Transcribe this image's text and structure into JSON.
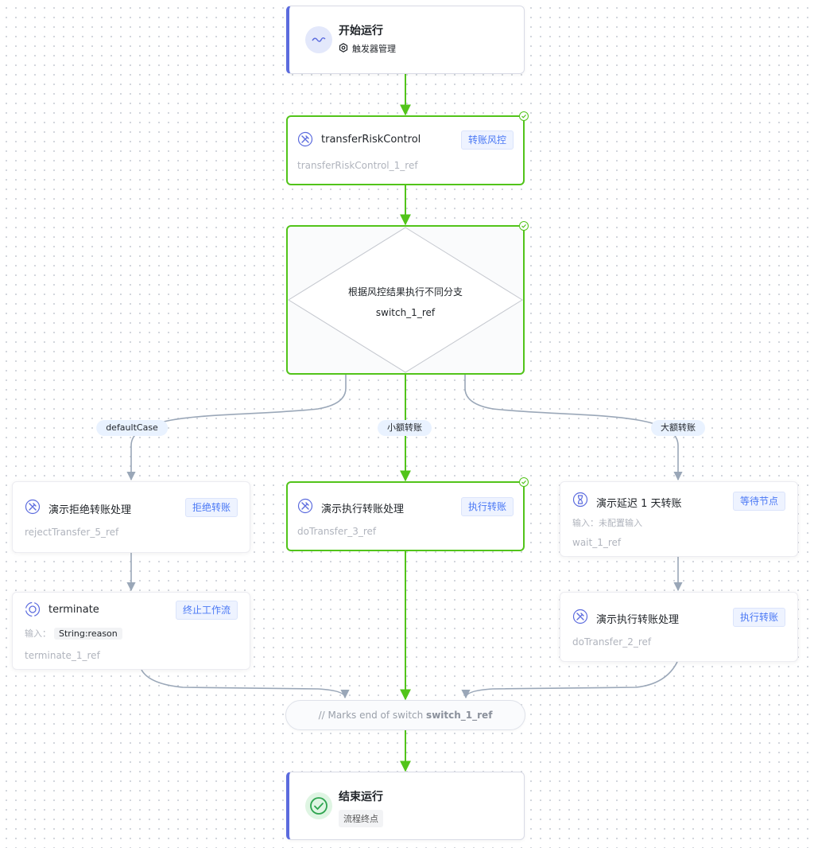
{
  "start": {
    "title": "开始运行",
    "trigger_label": "触发器管理",
    "icon": "wave-icon",
    "accent": "#5b6bde"
  },
  "risk_node": {
    "title": "transferRiskControl",
    "tag": "转账风控",
    "ref": "transferRiskControl_1_ref",
    "icon": "tools-icon",
    "status": "completed"
  },
  "switch_node": {
    "title": "根据风控结果执行不同分支",
    "ref": "switch_1_ref",
    "status": "completed"
  },
  "branches": {
    "default": "defaultCase",
    "small": "小额转账",
    "large": "大额转账"
  },
  "reject_node": {
    "title": "演示拒绝转账处理",
    "tag": "拒绝转账",
    "ref": "rejectTransfer_5_ref",
    "icon": "tools-icon"
  },
  "dotransfer3_node": {
    "title": "演示执行转账处理",
    "tag": "执行转账",
    "ref": "doTransfer_3_ref",
    "icon": "tools-icon",
    "status": "completed"
  },
  "wait_node": {
    "title": "演示延迟 1 天转账",
    "tag": "等待节点",
    "input_label": "输入：",
    "input_value": "未配置输入",
    "ref": "wait_1_ref",
    "icon": "hourglass-icon"
  },
  "terminate_node": {
    "title": "terminate",
    "tag": "终止工作流",
    "input_label": "输入：",
    "input_value": "String:reason",
    "ref": "terminate_1_ref",
    "icon": "terminate-icon"
  },
  "dotransfer2_node": {
    "title": "演示执行转账处理",
    "tag": "执行转账",
    "ref": "doTransfer_2_ref",
    "icon": "tools-icon"
  },
  "join_node": {
    "prefix": "// Marks end of switch ",
    "ref": "switch_1_ref"
  },
  "end": {
    "title": "结束运行",
    "chip": "流程终点",
    "icon": "check-circle-icon"
  },
  "colors": {
    "active_edge": "#52c41a",
    "inactive_edge": "#9aa7b8",
    "accent": "#5b6bde",
    "tag_text": "#4a78f5"
  }
}
